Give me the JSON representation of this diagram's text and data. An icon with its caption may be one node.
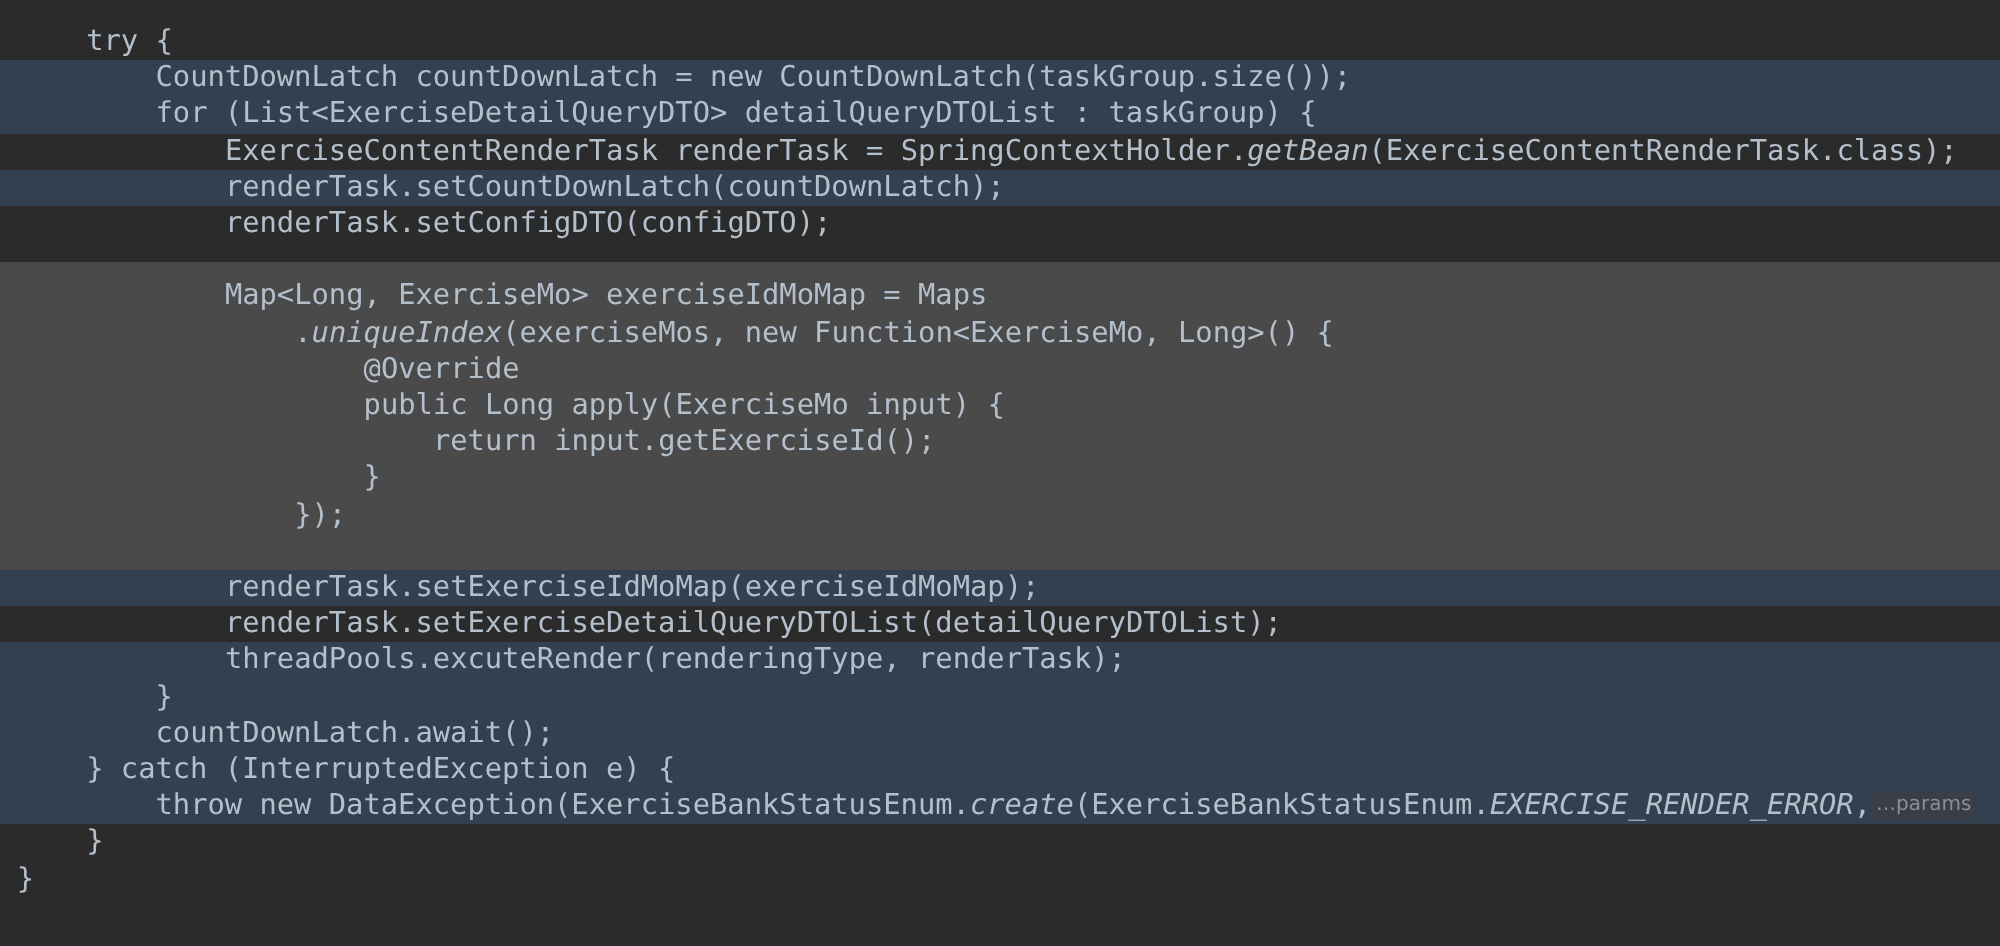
{
  "diagram": {
    "labels": [
      "try {",
      "CountDownLatch countDownLatch = new CountDownLatch(taskGroup.size());",
      "for (List<ExerciseDetailQueryDTO> detailQueryDTOList : taskGroup) {",
      "ExerciseContentRenderTask renderTask = SpringContextHolder.*getBean*(ExerciseContentRenderTask.class);",
      "renderTask.setCountDownLatch(countDownLatch);",
      "renderTask.setConfigDTO(configDTO);",
      "Map<Long, ExerciseMo> exerciseIdMoMap = Maps",
      ".*uniqueIndex*(exerciseMos, new Function<ExerciseMo, Long>() {",
      "@Override",
      "public Long apply(ExerciseMo input) {",
      "return input.getExerciseId();",
      "}",
      "});",
      "renderTask.setExerciseIdMoMap(exerciseIdMoMap);",
      "renderTask.setExerciseDetailQueryDTOList(detailQueryDTOList);",
      "threadPools.excuteRender(renderingType, renderTask);",
      "}",
      "countDownLatch.await();",
      "} catch (InterruptedException e) {",
      "throw new DataException(ExerciseBankStatusEnum.*create*(ExerciseBankStatusEnum.*EXERCISE_RENDER_ERROR*,",
      "…params",
      "}",
      "}"
    ]
  }
}
